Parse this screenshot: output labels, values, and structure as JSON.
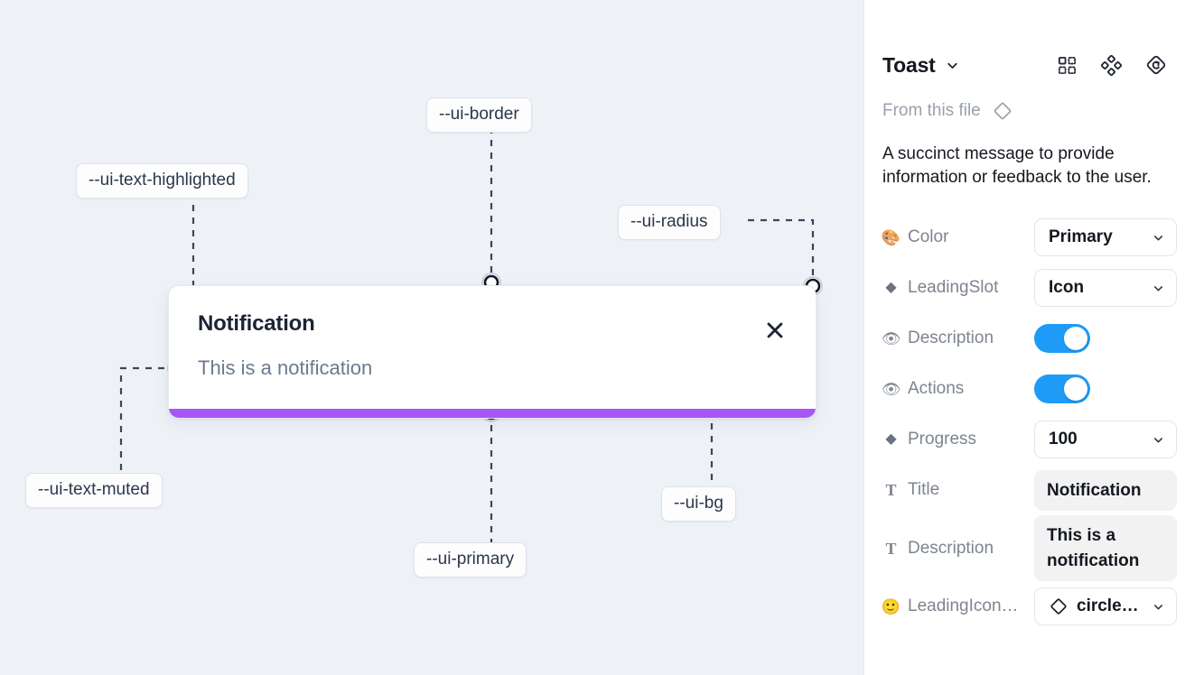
{
  "canvas": {
    "background_color": "#eef2f7",
    "toast": {
      "title": "Notification",
      "description": "This is a notification",
      "close_icon": "close-icon",
      "progress_color": "#a855f7",
      "background_color": "#ffffff",
      "border_color": "#e4e9f0"
    },
    "annotations": [
      {
        "label": "--ui-text-highlighted"
      },
      {
        "label": "--ui-border"
      },
      {
        "label": "--ui-radius"
      },
      {
        "label": "--ui-text-muted"
      },
      {
        "label": "--ui-primary"
      },
      {
        "label": "--ui-bg"
      }
    ]
  },
  "panel": {
    "title": "Toast",
    "title_chevron": "chevron-down-icon",
    "header_icons": [
      {
        "name": "component-grid-icon"
      },
      {
        "name": "variants-icon"
      },
      {
        "name": "reset-instance-icon"
      }
    ],
    "from_this_file": {
      "label": "From this file",
      "icon": "diamond-icon"
    },
    "description": "A succinct message to provide information or feedback to the user.",
    "properties": [
      {
        "icon": "palette-emoji",
        "glyph": "🎨",
        "label": "Color",
        "control": "select",
        "value": "Primary"
      },
      {
        "icon": "diamond-icon",
        "glyph": "◆",
        "label": "LeadingSlot",
        "control": "select",
        "value": "Icon"
      },
      {
        "icon": "eye-emoji",
        "glyph": "👁",
        "label": "Description",
        "control": "toggle",
        "value": "on"
      },
      {
        "icon": "eye-emoji",
        "glyph": "👁",
        "label": "Actions",
        "control": "toggle",
        "value": "on"
      },
      {
        "icon": "diamond-icon",
        "glyph": "◆",
        "label": "Progress",
        "control": "select",
        "value": "100"
      },
      {
        "icon": "text-icon",
        "glyph": "T",
        "label": "Title",
        "control": "text",
        "value": "Notification"
      },
      {
        "icon": "text-icon",
        "glyph": "T",
        "label": "Description",
        "control": "text",
        "value": "This is a notification"
      },
      {
        "icon": "smiley-emoji",
        "glyph": "🙂",
        "label": "LeadingIcon…",
        "control": "icon-select",
        "value": "circle…"
      }
    ],
    "toggle_on_color": "#1d9bf7"
  }
}
